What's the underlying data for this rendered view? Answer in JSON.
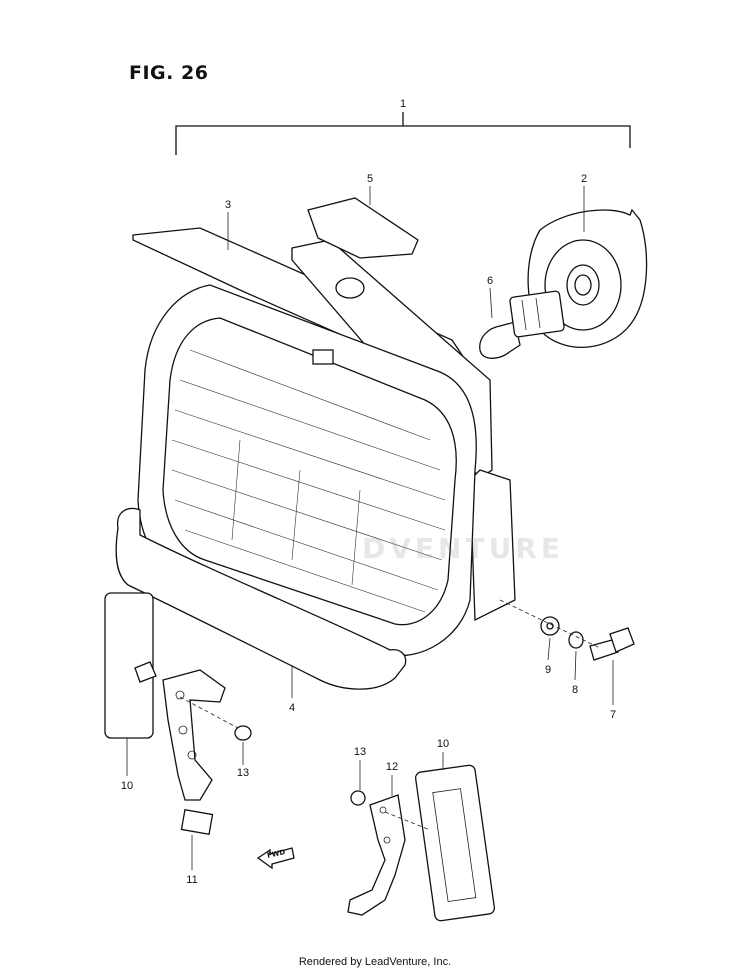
{
  "figure": {
    "title": "FIG. 26",
    "footer": "Rendered by LeadVenture, Inc.",
    "watermark": "DVENTURE",
    "fwd_arrow_label": "FWD"
  },
  "callouts": [
    {
      "id": "c1",
      "number": "1",
      "part": "headlight-assembly"
    },
    {
      "id": "c2",
      "number": "2",
      "part": "bulb-socket-cover"
    },
    {
      "id": "c3",
      "number": "3",
      "part": "headlight-housing"
    },
    {
      "id": "c4",
      "number": "4",
      "part": "lower-cover"
    },
    {
      "id": "c5",
      "number": "5",
      "part": "gasket-plate"
    },
    {
      "id": "c6",
      "number": "6",
      "part": "bulb"
    },
    {
      "id": "c7",
      "number": "7",
      "part": "bolt"
    },
    {
      "id": "c8",
      "number": "8",
      "part": "lock-washer"
    },
    {
      "id": "c9",
      "number": "9",
      "part": "washer"
    },
    {
      "id": "c10a",
      "number": "10",
      "part": "reflector-left"
    },
    {
      "id": "c10b",
      "number": "10",
      "part": "reflector-right"
    },
    {
      "id": "c11",
      "number": "11",
      "part": "bracket-left"
    },
    {
      "id": "c12",
      "number": "12",
      "part": "bracket-right"
    },
    {
      "id": "c13a",
      "number": "13",
      "part": "nut-left"
    },
    {
      "id": "c13b",
      "number": "13",
      "part": "nut-right"
    }
  ]
}
